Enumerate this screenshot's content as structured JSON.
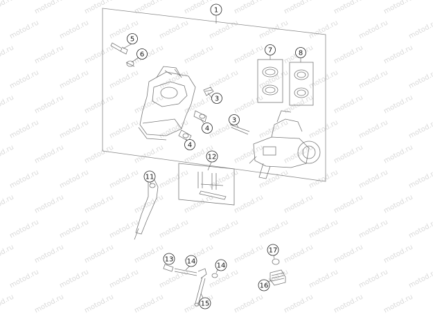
{
  "watermark": {
    "text": "motod.ru"
  },
  "callouts": [
    {
      "id": "callout-1",
      "label": "1"
    },
    {
      "id": "callout-5",
      "label": "5"
    },
    {
      "id": "callout-6",
      "label": "6"
    },
    {
      "id": "callout-7",
      "label": "7"
    },
    {
      "id": "callout-8",
      "label": "8"
    },
    {
      "id": "callout-3a",
      "label": "3"
    },
    {
      "id": "callout-4a",
      "label": "4"
    },
    {
      "id": "callout-3b",
      "label": "3"
    },
    {
      "id": "callout-4b",
      "label": "4"
    },
    {
      "id": "callout-12",
      "label": "12"
    },
    {
      "id": "callout-11",
      "label": "11"
    },
    {
      "id": "callout-13",
      "label": "13"
    },
    {
      "id": "callout-14a",
      "label": "14"
    },
    {
      "id": "callout-14b",
      "label": "14"
    },
    {
      "id": "callout-15",
      "label": "15"
    },
    {
      "id": "callout-17",
      "label": "17"
    },
    {
      "id": "callout-16",
      "label": "16"
    }
  ]
}
